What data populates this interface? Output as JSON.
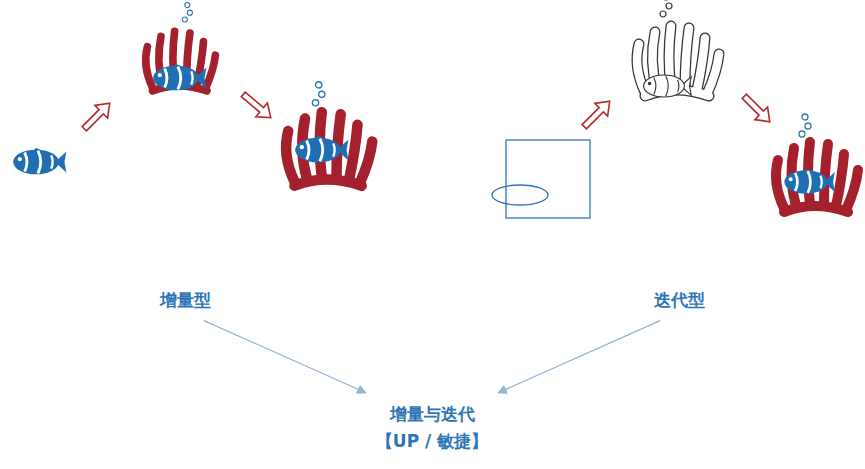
{
  "diagram": {
    "nodes": [
      {
        "text": [
          "增量型"
        ]
      },
      {
        "text": [
          "迭代型"
        ]
      },
      {
        "text": [
          "增量与迭代",
          "【UP / 敏捷】"
        ]
      }
    ],
    "edges": [
      {
        "from": 0,
        "to": 2,
        "arrow": "to"
      },
      {
        "from": 1,
        "to": 2,
        "arrow": "to"
      }
    ]
  }
}
